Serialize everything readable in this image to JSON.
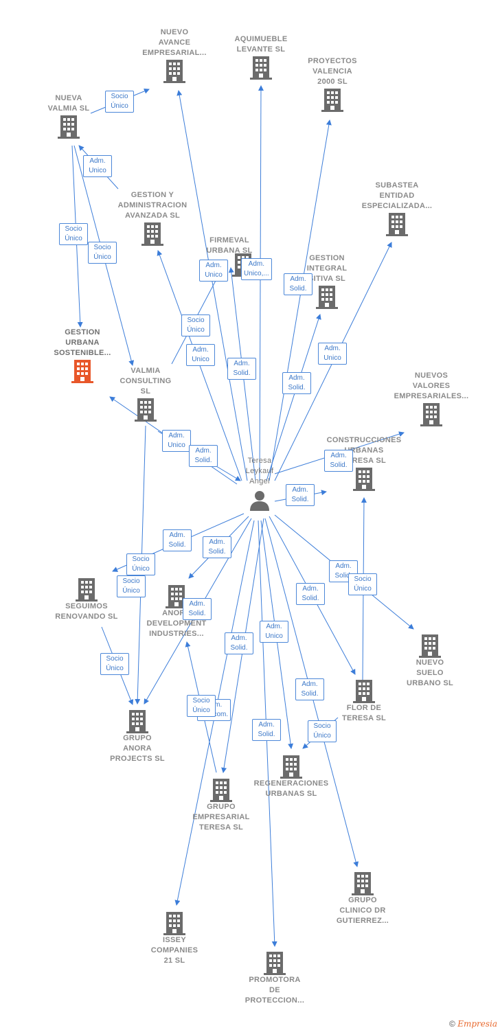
{
  "center": {
    "name": "Teresa\nLeykauf\nAngel"
  },
  "companies": {
    "nuevo_avance": "NUEVO\nAVANCE\nEMPRESARIAL...",
    "aquimueble": "AQUIMUEBLE\nLEVANTE SL",
    "proyectos_valencia": "PROYECTOS\nVALENCIA\n2000 SL",
    "nueva_valmia": "NUEVA\nVALMIA  SL",
    "gestion_administracion": "GESTION Y\nADMINISTRACION\nAVANZADA  SL",
    "subastea": "SUBASTEA\nENTIDAD\nESPECIALIZADA...",
    "firmeval": "FIRMEVAL\nURBANA  SL",
    "gestion_integral": "GESTION\nINTEGRAL\nSITIVA  SL",
    "gestion_urbana": "GESTION\nURBANA\nSOSTENIBLE...",
    "valmia_consulting": "VALMIA\nCONSULTING\nSL",
    "nuevos_valores": "NUEVOS\nVALORES\nEMPRESARIALES...",
    "construcciones": "CONSTRUCCIONES\nURBANAS\nTERESA SL",
    "seguimos": "SEGUIMOS\nRENOVANDO SL",
    "anora_dev": "ANORA\nDEVELOPMENT\nINDUSTRIES...",
    "nuevo_suelo": "NUEVO\nSUELO\nURBANO  SL",
    "flor_teresa": "FLOR DE\nTERESA SL",
    "grupo_anora": "GRUPO\nANORA\nPROJECTS  SL",
    "regeneraciones": "REGENERACIONES\nURBANAS  SL",
    "grupo_empresarial": "GRUPO\nEMPRESARIAL\nTERESA SL",
    "grupo_clinico": "GRUPO\nCLINICO DR\nGUTIERREZ...",
    "issey": "ISSEY\nCOMPANIES\n21 SL",
    "promotora": "PROMOTORA\nDE\nPROTECCION..."
  },
  "relations": {
    "r1": "Socio\nÚnico",
    "r2": "Adm.\nUnico",
    "r3": "Socio\nÚnico",
    "r4": "Socio\nÚnico",
    "r5": "Adm.\nUnico",
    "r6": "Adm.\nUnico,...",
    "r7": "Adm.\nSolid.",
    "r8": "Socio\nÚnico",
    "r9": "Adm.\nUnico",
    "r10": "Adm.\nSolid.",
    "r11": "Adm.\nSolid.",
    "r12": "Adm.\nUnico",
    "r13": "Adm.\nUnico",
    "r14": "Adm.\nSolid.",
    "r15": "Adm.\nSolid.",
    "r16": "Adm.\nSolid.",
    "r17": "Adm.\nSolid.",
    "r18": "Adm.\nSolid.",
    "r19": "Socio\nÚnico",
    "r20": "Socio\nÚnico",
    "r21": "Adm.\nSolid.",
    "r22": "Adm.\nSolid.",
    "r23": "Socio\nÚnico",
    "r24": "Adm.\nSolid.",
    "r25": "Adm.\nSolid.",
    "r26": "Adm.\nUnico",
    "r27": "Socio\nÚnico",
    "r28": "Adm.\nMancom.",
    "r29": "Adm.\nSolid.",
    "r30": "Adm.\nSolid.",
    "r31": "Socio\nÚnico",
    "r32": "Socio\nÚnico"
  },
  "footer": {
    "copyright": "©",
    "brand": "Empresia"
  },
  "colors": {
    "edge": "#3c7dd9",
    "building": "#6b6b6b",
    "highlight": "#e8572a",
    "person": "#6b6b6b"
  }
}
